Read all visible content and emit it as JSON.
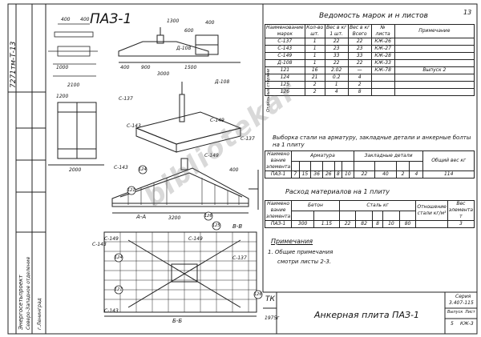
{
  "sheet": {
    "title": "ПАЗ-1",
    "sheet_number": "13",
    "stamp_code": "7271тм-Т-13",
    "stamp_label": "ТК",
    "stamp_year": "1975г",
    "stamp_title": "Анкерная плита ПАЗ-1",
    "series_label": "Серия",
    "series_value": "3.407-115",
    "issue_label": "Выпуск",
    "issue_value": "5",
    "list_label": "Лист",
    "list_value": "КЖ-3",
    "org_lines": [
      "Энергосетьпроект",
      "Северо-Западное отделение",
      "г.Ленинград"
    ],
    "watermark": "bibliotekar"
  },
  "views": {
    "section_aa": "А-А",
    "section_bb": "Б-Б",
    "section_vv": "В-В",
    "marks": [
      "С-137",
      "С-143",
      "С-149",
      "Д-108",
      "Д-108",
      "С-143",
      "С-137",
      "С-149",
      "С-143",
      "С-149",
      "С-149",
      "С-143",
      "С-137"
    ],
    "dims": [
      "400",
      "1300",
      "400",
      "2100",
      "1000",
      "400",
      "400",
      "900",
      "1500",
      "3000",
      "2000",
      "3200",
      "400",
      "600",
      "1200"
    ],
    "callouts": [
      "124",
      "121",
      "126",
      "125",
      "124",
      "121",
      "126"
    ]
  },
  "vedomost": {
    "title": "Ведомость марок и н листов",
    "headers": [
      "Наименование марок",
      "Кол-во шт.",
      "Вес в кг 1 шт.",
      "Вес в кг Всего",
      "№ листа",
      "Примечание"
    ],
    "rows": [
      [
        "С-137",
        "1",
        "22",
        "22",
        "КЖ-26",
        ""
      ],
      [
        "С-143",
        "1",
        "23",
        "23",
        "КЖ-27",
        ""
      ],
      [
        "С-149",
        "1",
        "33",
        "33",
        "КЖ-28",
        ""
      ],
      [
        "Д-108",
        "1",
        "22",
        "22",
        "КЖ-33",
        ""
      ],
      [
        "121",
        "16",
        "2.02",
        "—",
        "КЖ-78",
        "Выпуск 2"
      ],
      [
        "124",
        "21",
        "0.2",
        "4",
        "",
        ""
      ],
      [
        "125",
        "2",
        "1",
        "2",
        "",
        ""
      ],
      [
        "126",
        "2",
        "4",
        "8",
        "",
        ""
      ]
    ],
    "group_label": "Отдельные стержни"
  },
  "vyborka": {
    "title": "Выборка стали на арматуру, закладные детали и анкерные болты на 1 плиту",
    "headers": [
      "Наимено вание элемента",
      "Арматура",
      "Закладные детали",
      "Общий вес кг"
    ],
    "row": [
      "ПАЗ-1",
      "7",
      "15",
      "36",
      "26",
      "8",
      "10",
      "22",
      "40",
      "2",
      "4",
      "114"
    ]
  },
  "rashod": {
    "title": "Расход материалов на 1 плиту",
    "headers": [
      "Наимено вание элемента",
      "Бетон",
      "Сталь кг",
      "Отношение стали кг/м³",
      "Вес элемента т"
    ],
    "row": [
      "ПАЗ-1",
      "300",
      "1.15",
      "22",
      "82",
      "8",
      "10",
      "80",
      "",
      "3"
    ]
  },
  "notes": {
    "title": "Примечания",
    "text_1": "1. Общие примечания",
    "text_2": "смотри листы 2-3."
  }
}
